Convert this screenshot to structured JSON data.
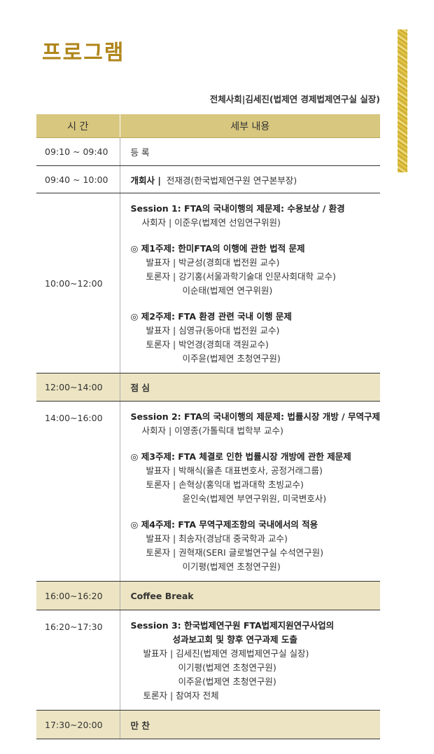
{
  "title": "프로그램",
  "moderator": "전체사회|김세진(법제연 경제법제연구실 실장)",
  "table": {
    "header": {
      "time": "시 간",
      "detail": "세부 내용"
    },
    "rows": [
      {
        "time": "09:10 ~ 09:40",
        "text": "등 록"
      },
      {
        "time": "09:40 ~ 10:00",
        "label": "개회사 |",
        "text": "전재경(한국법제연구원 연구본부장)"
      },
      {
        "time": "10:00~12:00",
        "lines": [
          "Session 1: FTA의 국내이행의 제문제: 수용보상 / 환경",
          "사회자 |  이준우(법제연 선임연구위원)",
          "◎ 제1주제: 한미FTA의 이행에 관한 법적 문제",
          "발표자 |  박균성(경희대 법전원 교수)",
          "토론자 |  강기홍(서울과학기술대 인문사회대학 교수)",
          "이순태(법제연 연구위원)",
          "◎ 제2주제: FTA 환경 관련 국내 이행 문제",
          "발표자 | 심영규(동아대 법전원 교수)",
          "토론자 |  박언경(경희대 객원교수)",
          "이주윤(법제연 초청연구원)"
        ]
      },
      {
        "time": "12:00~14:00",
        "text": "점 심"
      },
      {
        "time": "14:00~16:00",
        "lines": [
          "Session 2:  FTA의 국내이행의 제문제: 법률시장 개방 / 무역구제",
          "사회자 |  이영종(가톨릭대 법학부 교수)",
          "◎ 제3주제: FTA 체결로 인한 법률시장 개방에 관한 제문제",
          "발표자 |  박해식(율촌 대표변호사, 공정거래그룹)",
          "토론자 |  손혁상(홍익대 법과대학 초빙교수)",
          "윤인숙(법제연 부연구위원, 미국변호사)",
          "◎ 제4주제: FTA 무역구제조항의 국내에서의 적용",
          "발표자 |  최송자(경남대 중국학과 교수)",
          "토론자 |  권혁재(SERI 글로벌연구실 수석연구원)",
          "이기평(법제연 초청연구원)"
        ]
      },
      {
        "time": "16:00~16:20",
        "text": "Coffee Break"
      },
      {
        "time": "16:20~17:30",
        "lines": [
          "Session 3:  한국법제연구원 FTA법제지원연구사업의",
          "성과보고회 및 향후 연구과제 도출",
          "발표자 |  김세진(법제연 경제법제연구실 실장)",
          "이기평(법제연 초청연구원)",
          "이주윤(법제연 초청연구원)",
          "토론자 |  참여자 전체"
        ]
      },
      {
        "time": "17:30~20:00",
        "text": "만 찬"
      }
    ]
  }
}
